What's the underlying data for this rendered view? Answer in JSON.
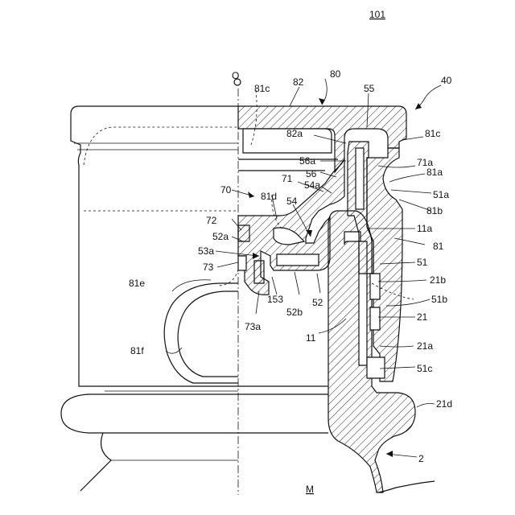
{
  "figure": {
    "ref_main": "101",
    "axis_label": "O",
    "axis_bottom": "M",
    "labels": {
      "l80": "80",
      "l82": "82",
      "l81c_top": "81c",
      "l55": "55",
      "l40": "40",
      "l82a": "82a",
      "l81c_right": "81c",
      "l56a": "56a",
      "l71a": "71a",
      "l56": "56",
      "l81a": "81a",
      "l71": "71",
      "l54a": "54a",
      "l51a": "51a",
      "l70": "70",
      "l81d": "81d",
      "l54": "54",
      "l81b": "81b",
      "l72": "72",
      "l11a": "11a",
      "l52a": "52a",
      "l81": "81",
      "l53a": "53a",
      "l51": "51",
      "l73": "73",
      "l21b": "21b",
      "l81e": "81e",
      "l153": "153",
      "l52b": "52b",
      "l52": "52",
      "l51b": "51b",
      "l73a": "73a",
      "l21": "21",
      "l11": "11",
      "l81f": "81f",
      "l21a": "21a",
      "l51c": "51c",
      "l21d": "21d",
      "l2": "2"
    }
  }
}
